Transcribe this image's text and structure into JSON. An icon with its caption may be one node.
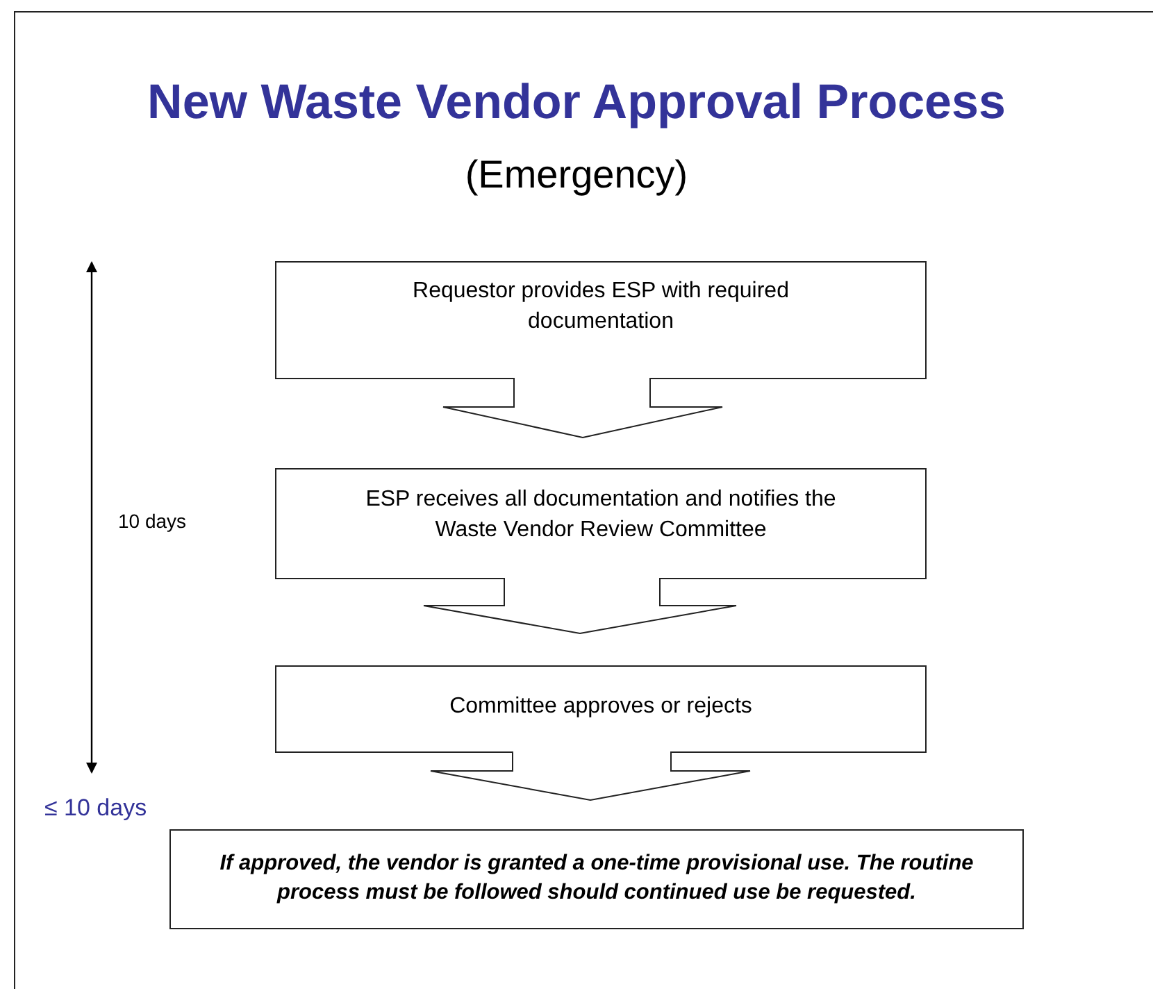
{
  "diagram": {
    "title": "New Waste Vendor Approval Process",
    "caption": "(Emergency)",
    "nodes": [
      {
        "text": [
          "Requestor provides ESP with required documentation"
        ]
      },
      {
        "text": [
          "ESP receives all documentation and notifies the Waste Vendor Review Committee"
        ]
      },
      {
        "text": [
          "Committee approves or rejects"
        ]
      },
      {
        "text": [
          "If approved, the vendor is granted a one-time provisional use. The routine process must be followed should continued use be requested."
        ]
      }
    ],
    "edges": [
      {
        "from": 0,
        "to": 1,
        "arrow": "to"
      },
      {
        "from": 1,
        "to": 2,
        "arrow": "to"
      },
      {
        "from": 2,
        "to": 3,
        "arrow": "to"
      }
    ],
    "labels": [
      "10 days",
      "≤ 10 days"
    ]
  }
}
